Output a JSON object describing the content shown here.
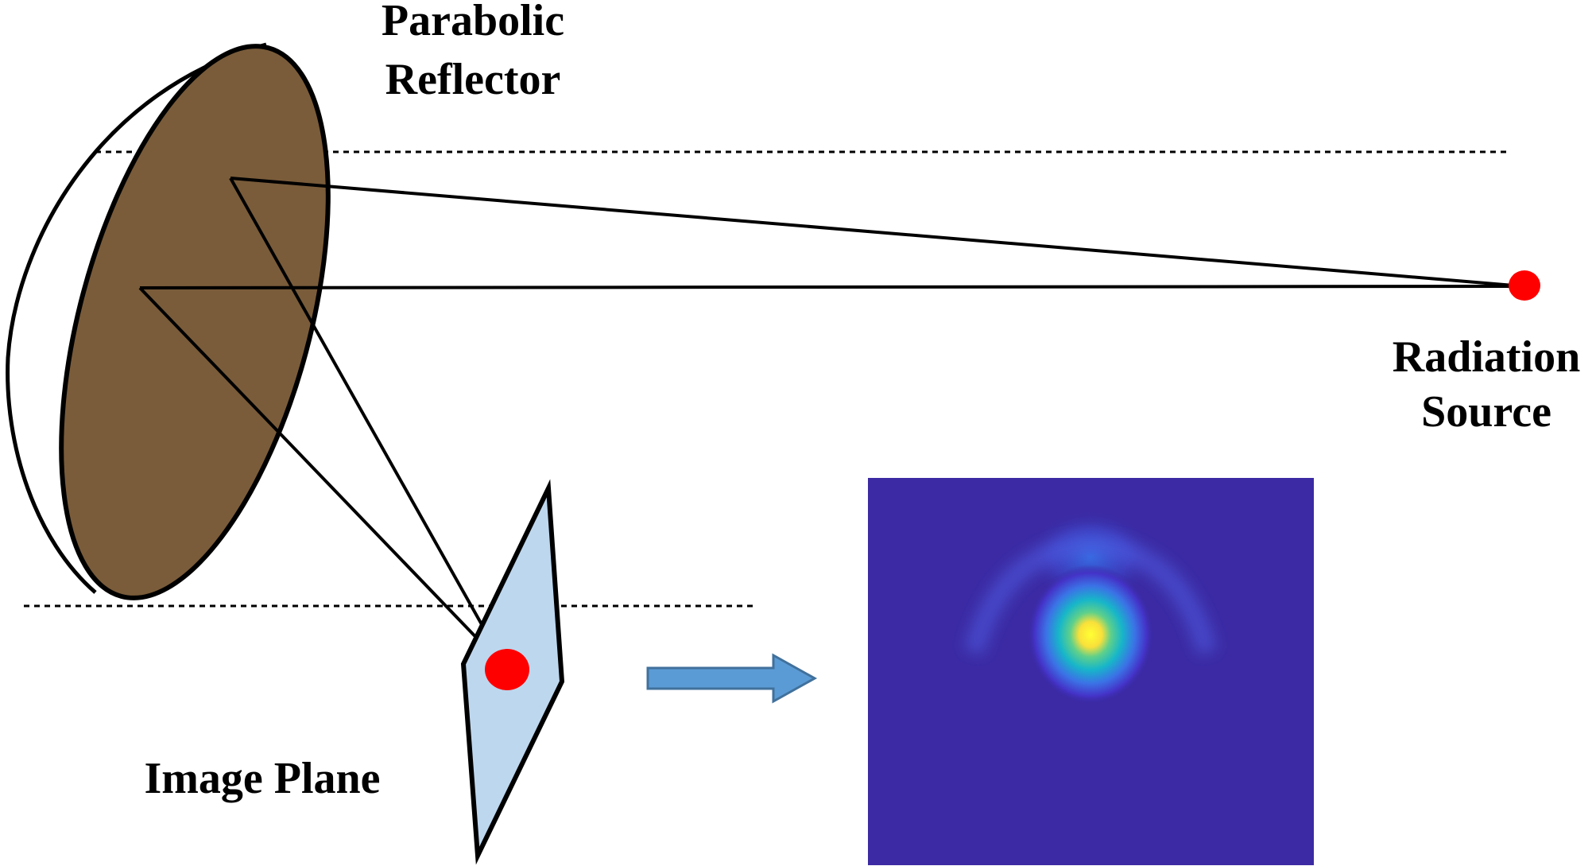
{
  "labels": {
    "reflector_line1": "Parabolic",
    "reflector_line2": "Reflector",
    "source_line1": "Radiation",
    "source_line2": "Source",
    "image_plane": "Image Plane"
  },
  "colors": {
    "reflector_fill": "#7a5c3a",
    "image_plane_fill": "#bdd7ee",
    "source_point": "#ff0000",
    "arrow_fill": "#5b9bd5",
    "arrow_stroke": "#41719c",
    "heatmap_background": "#3b2aa3",
    "heatmap_peak": "#ffff33"
  },
  "icons": {
    "source": "red-dot",
    "focus": "red-dot",
    "arrow": "right-arrow"
  },
  "heatmap": {
    "colormap": "parula",
    "pattern": "central bright spot with faint side ring"
  }
}
